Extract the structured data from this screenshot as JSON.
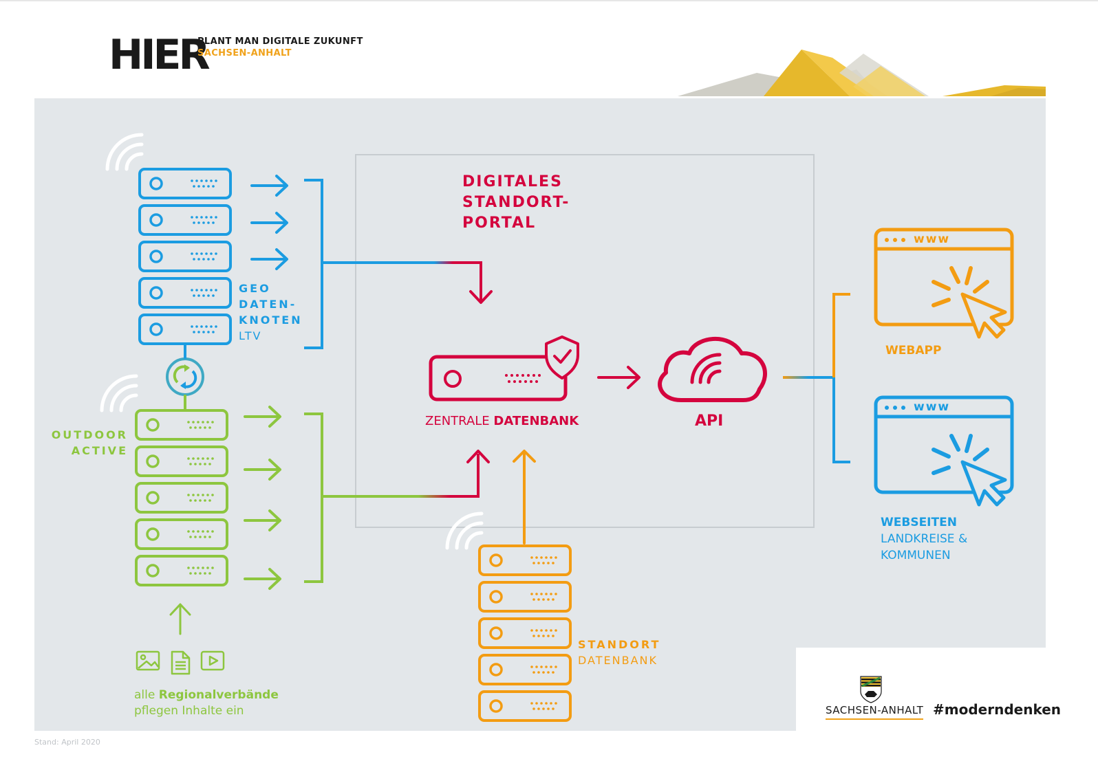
{
  "header": {
    "brand_main": "HIER",
    "brand_line1": "PLANT MAN DIGITALE ZUKUNFT",
    "brand_line2": "SACHSEN-ANHALT"
  },
  "diagram": {
    "geo_label_1": "GEO",
    "geo_label_2": "DATEN-",
    "geo_label_3": "KNOTEN",
    "geo_label_4": "LTV",
    "outdoor_label_1": "OUTDOOR",
    "outdoor_label_2": "ACTIVE",
    "portal_title_1": "DIGITALES",
    "portal_title_2": "STANDORT-",
    "portal_title_3": "PORTAL",
    "zentrale_prefix": "ZENTRALE ",
    "zentrale_bold": "DATENBANK",
    "api_label": "API",
    "standort_label_1": "STANDORT",
    "standort_label_2": "DATENBANK",
    "webapp_label": "WEBAPP",
    "webseiten_label_1": "WEBSEITEN",
    "webseiten_label_2": "LANDKREISE &",
    "webseiten_label_3": "KOMMUNEN",
    "browser_text": "www",
    "regional_prefix": "alle ",
    "regional_bold": "Regionalverbände",
    "regional_line2": "pflegen Inhalte ein"
  },
  "footer": {
    "stand": "Stand: April 2020",
    "state": "SACHSEN-ANHALT",
    "hashtag": "#moderndenken"
  },
  "icons": [
    "server-icon",
    "wifi-icon",
    "sync-icon",
    "shield-check-icon",
    "cloud-icon",
    "browser-icon",
    "cursor-click-icon",
    "image-icon",
    "document-icon",
    "video-icon",
    "coat-of-arms-icon"
  ],
  "colors": {
    "blue": "#1b9ce1",
    "green": "#8dc63f",
    "red": "#d4043e",
    "orange": "#f39c12",
    "panel": "#e3e7ea"
  }
}
